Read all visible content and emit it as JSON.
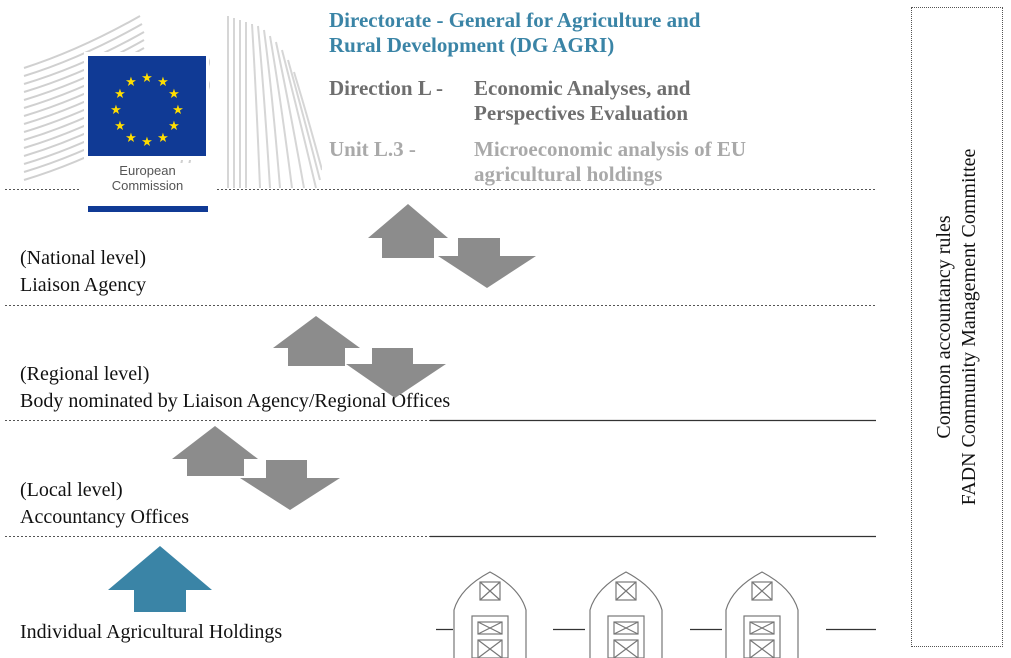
{
  "header": {
    "dg_line1": "Directorate - General for Agriculture and",
    "dg_line2": "Rural Development (DG AGRI)",
    "direction_label": "Direction L -",
    "direction_line1": "Economic Analyses,  and",
    "direction_line2": "Perspectives Evaluation",
    "unit_label": "Unit L.3 -",
    "unit_line1": "Microeconomic analysis of EU",
    "unit_line2": "agricultural holdings"
  },
  "logo": {
    "line1": "European",
    "line2": "Commission"
  },
  "levels": {
    "national": {
      "level": "(National level)",
      "name": "Liaison Agency"
    },
    "regional": {
      "level": "(Regional level)",
      "name": "Body nominated by Liaison Agency/Regional Offices"
    },
    "local": {
      "level": "(Local level)",
      "name": "Accountancy Offices"
    },
    "holdings": {
      "name": "Individual Agricultural Holdings"
    }
  },
  "side": {
    "line1": "Common accountancy rules",
    "line2": "FADN Community Management Committee"
  },
  "colors": {
    "arrow_grey": "#8c8c8c",
    "arrow_blue": "#3a84a6",
    "eu_blue": "#103a95",
    "eu_star": "#ffdd00"
  }
}
